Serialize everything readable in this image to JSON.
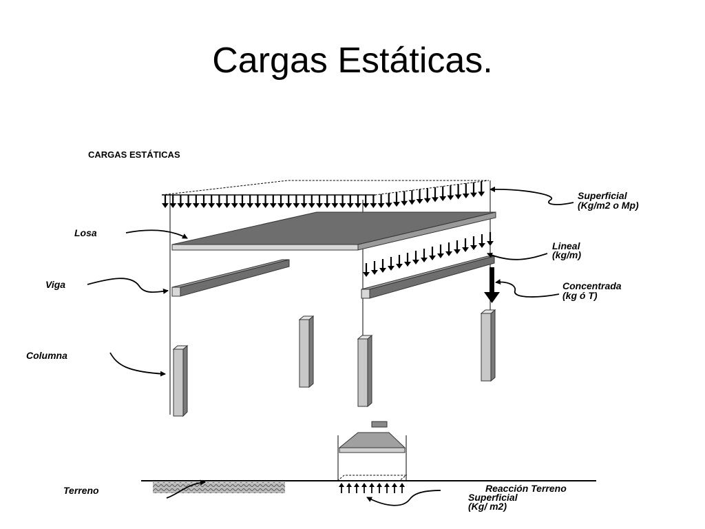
{
  "slide": {
    "title": "Cargas Estáticas."
  },
  "diagram": {
    "heading": "CARGAS ESTÁTICAS",
    "labels": {
      "losa": "Losa",
      "viga": "Viga",
      "columna": "Columna",
      "terreno": "Terreno",
      "superficial_1": "Superficial",
      "superficial_2": "(Kg/m2 o Mp)",
      "lineal_1": "Lineal",
      "lineal_2": "(kg/m)",
      "concentrada_1": "Concentrada",
      "concentrada_2": "(kg ó T)",
      "reaccion_1": "Reacción Terreno",
      "reaccion_2": "Superficial",
      "reaccion_3": "(Kg/ m2)"
    }
  }
}
